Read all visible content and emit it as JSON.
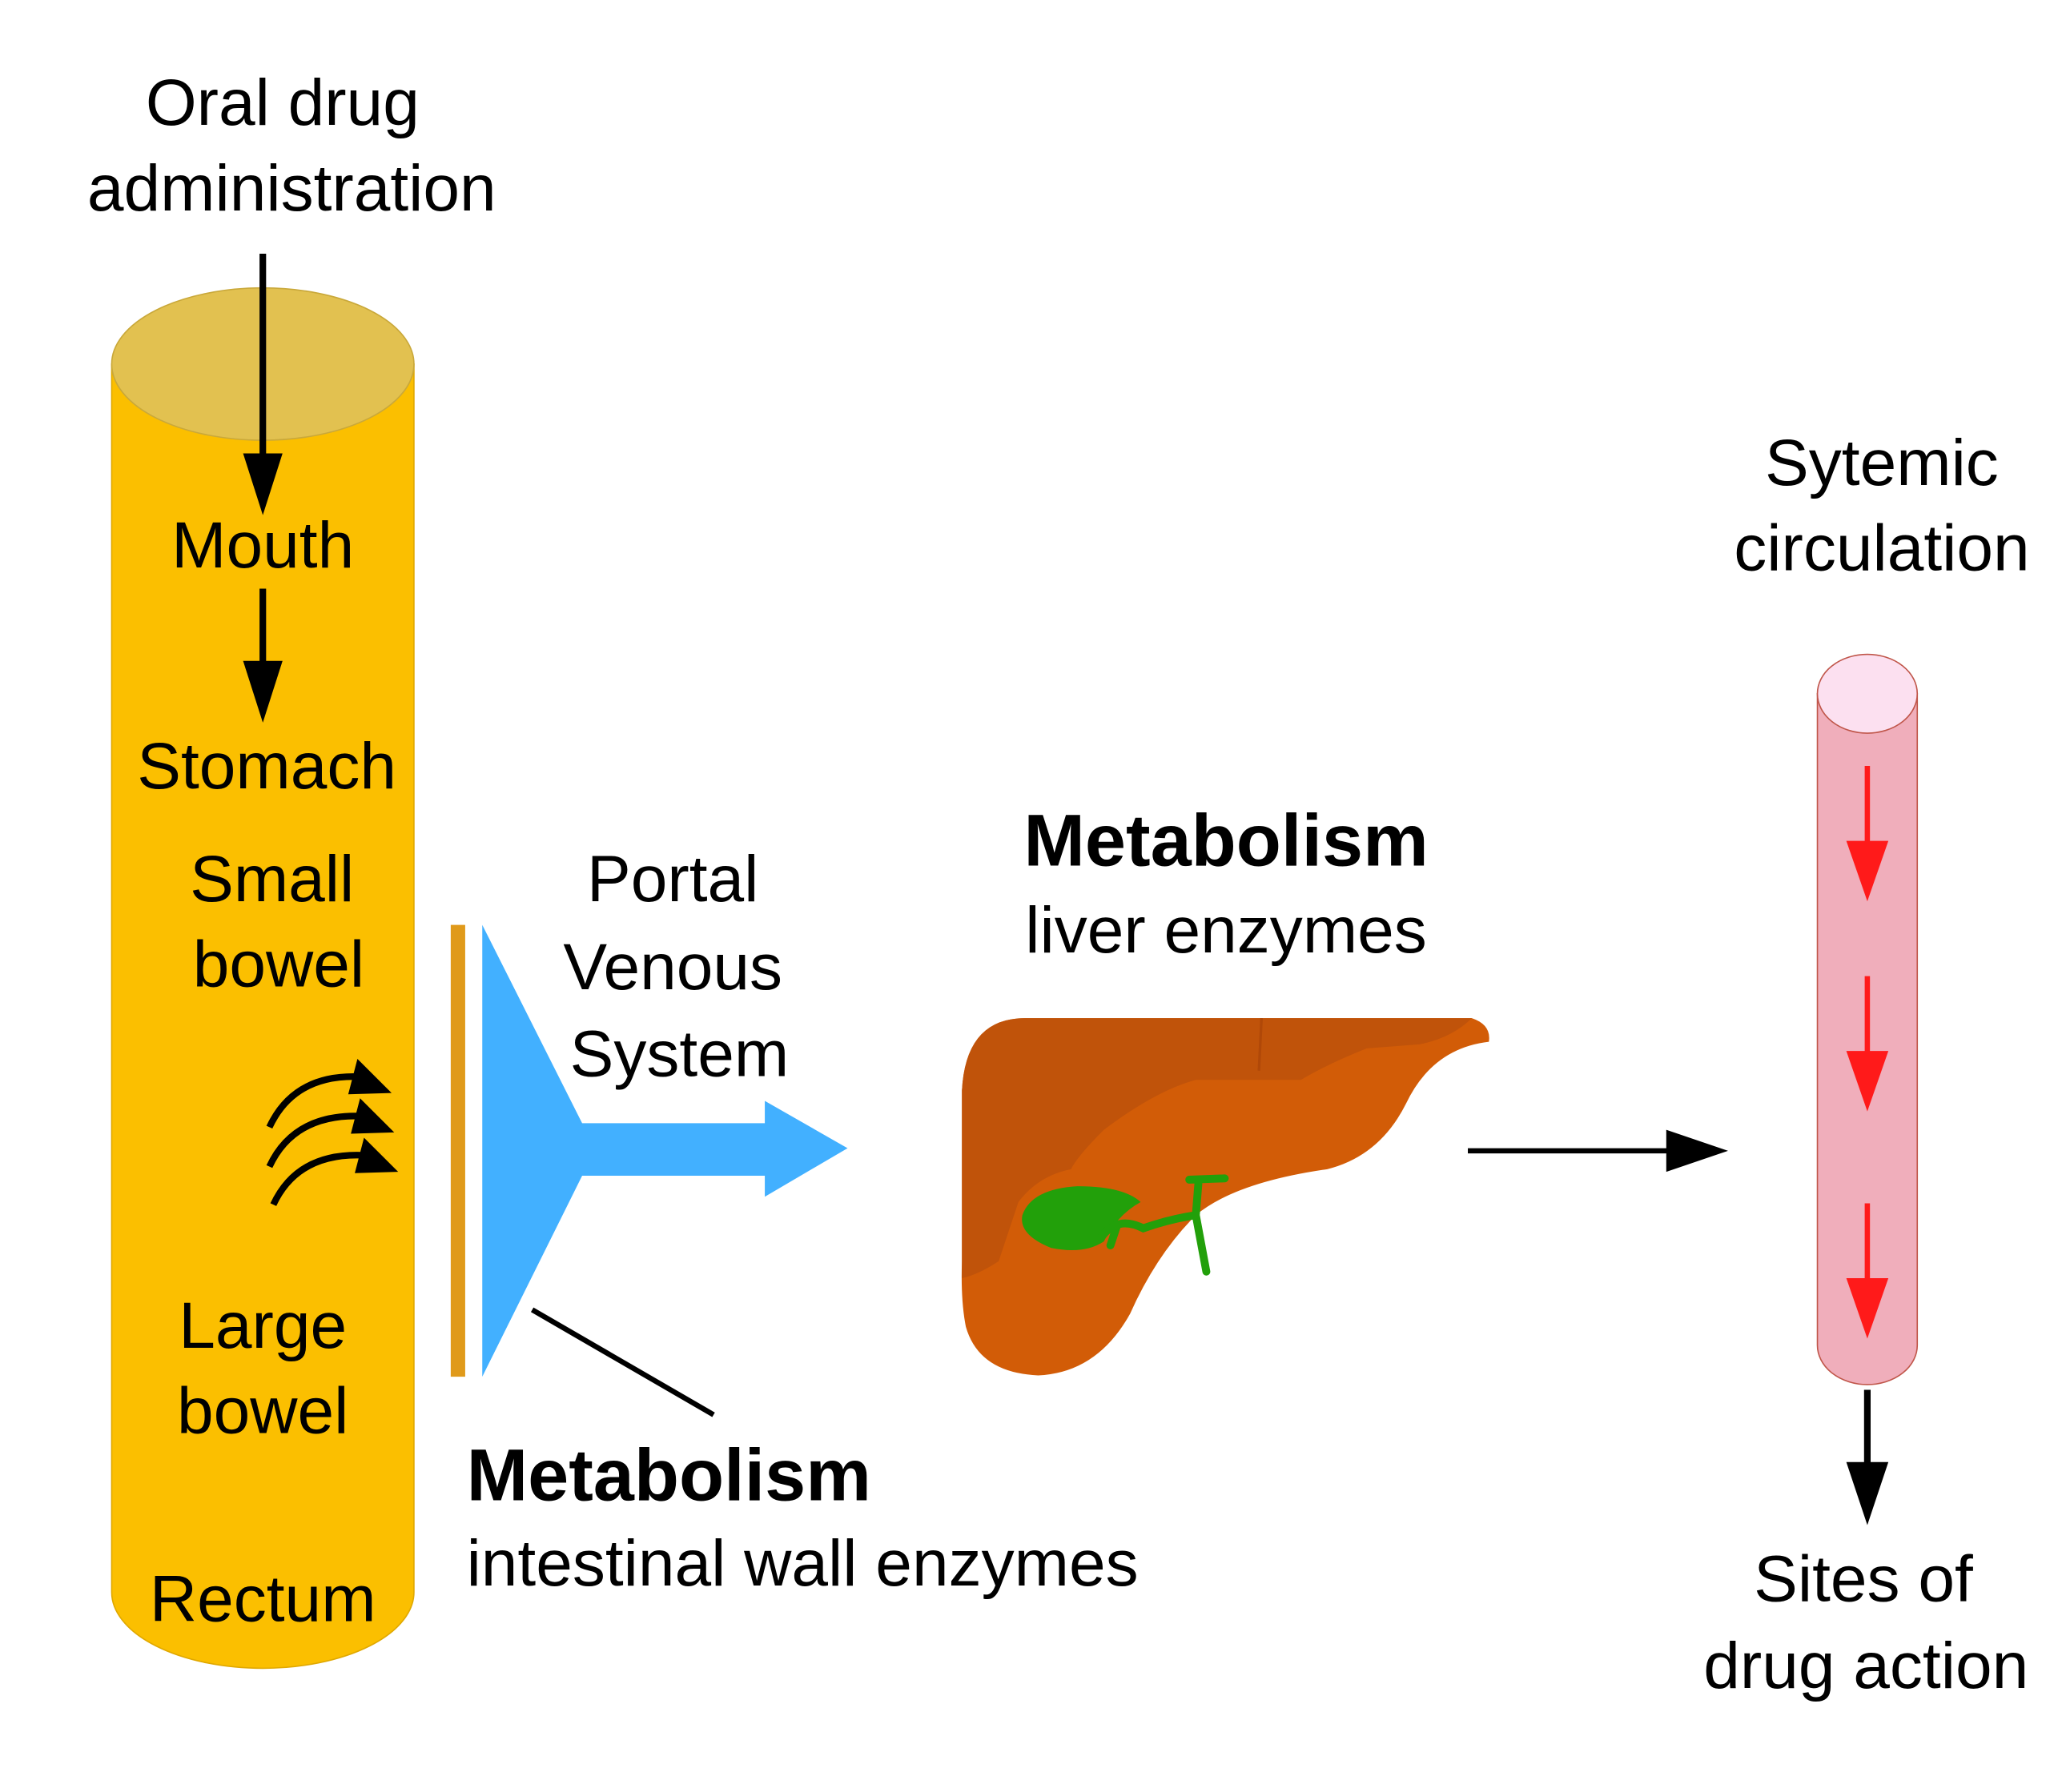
{
  "labels": {
    "oral_line1": "Oral drug",
    "oral_line2": "administration",
    "mouth": "Mouth",
    "stomach": "Stomach",
    "small_line1": "Small",
    "small_line2": "bowel",
    "large_line1": "Large",
    "large_line2": "bowel",
    "rectum": "Rectum",
    "portal_line1": "Portal",
    "portal_line2": "Venous",
    "portal_line3": "System",
    "liver_title": "Metabolism",
    "liver_sub": "liver enzymes",
    "intestinal_title": "Metabolism",
    "intestinal_sub": "intestinal wall enzymes",
    "systemic_line1": "Sytemic",
    "systemic_line2": "circulation",
    "sites_line1": "Sites of",
    "sites_line2": "drug action"
  },
  "colors": {
    "gut": "#FBBF00",
    "gut_top": "#E2C150",
    "wall": "#E09A1A",
    "portal": "#42B0FF",
    "liver": "#D25C07",
    "liver_dark": "#C0530A",
    "gallbladder": "#22A00A",
    "vessel": "#F0AEBB",
    "vessel_top": "#FCE0F0",
    "flow_arrow": "#FF1A1A"
  }
}
